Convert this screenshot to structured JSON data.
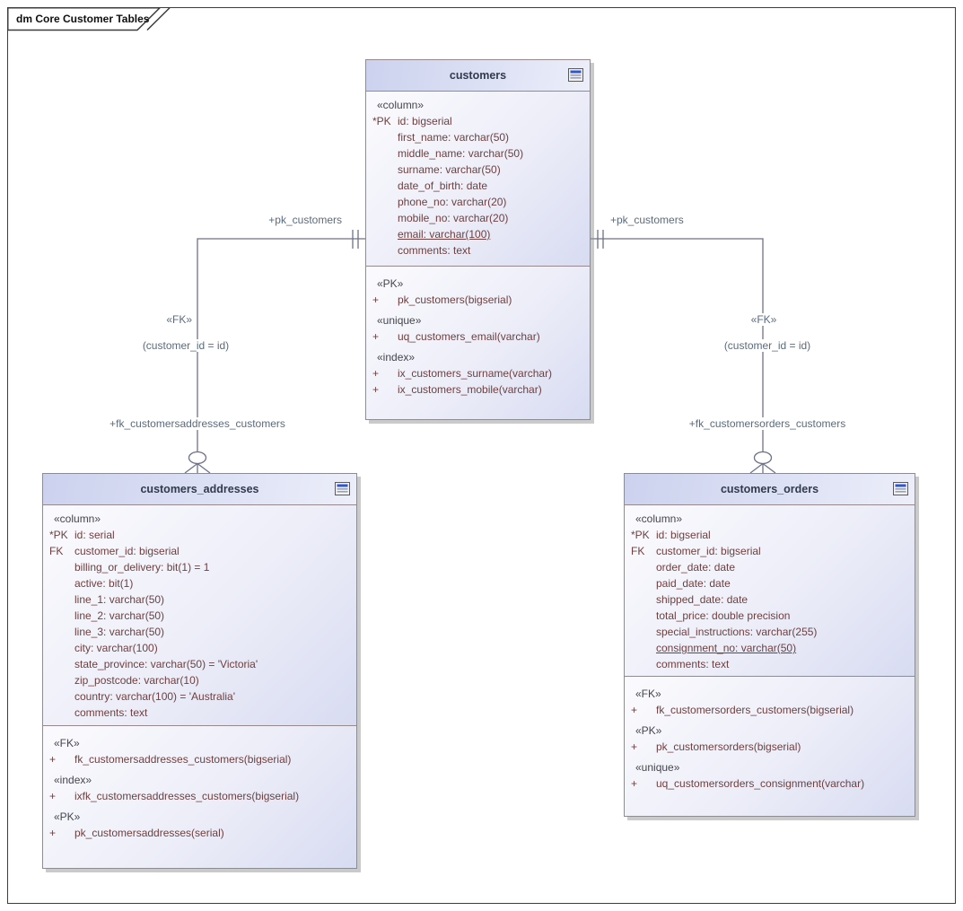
{
  "frame": {
    "title": "dm Core Customer Tables"
  },
  "ui": {
    "item_prefix": "+"
  },
  "colors": {
    "header_fill": "#ced4ef",
    "body_fill_light": "#fbfbfe",
    "body_fill_dark": "#d8dcf2",
    "table_border": "#96898d",
    "column_text": "#6e4040",
    "stereotype_text": "#45454f",
    "title_text": "#323a4d",
    "connector_line": "#6d7289",
    "connector_text": "#5b6b7e",
    "icon_blue": "#2f55d4"
  },
  "tables": [
    {
      "title": "customers",
      "column_stereotype": "«column»",
      "columns": [
        {
          "prefix": "*PK",
          "text": "id: bigserial"
        },
        {
          "prefix": "",
          "text": "first_name: varchar(50)"
        },
        {
          "prefix": "",
          "text": "middle_name: varchar(50)"
        },
        {
          "prefix": "",
          "text": "surname: varchar(50)"
        },
        {
          "prefix": "",
          "text": "date_of_birth: date"
        },
        {
          "prefix": "",
          "text": "phone_no: varchar(20)"
        },
        {
          "prefix": "",
          "text": "mobile_no: varchar(20)"
        },
        {
          "prefix": "",
          "text": "email: varchar(100)",
          "underline": true
        },
        {
          "prefix": "",
          "text": "comments: text"
        }
      ],
      "sections": [
        {
          "stereotype": "«PK»",
          "items": [
            "pk_customers(bigserial)"
          ]
        },
        {
          "stereotype": "«unique»",
          "items": [
            "uq_customers_email(varchar)"
          ]
        },
        {
          "stereotype": "«index»",
          "items": [
            "ix_customers_surname(varchar)",
            "ix_customers_mobile(varchar)"
          ]
        }
      ]
    },
    {
      "title": "customers_addresses",
      "column_stereotype": "«column»",
      "columns": [
        {
          "prefix": "*PK",
          "text": "id: serial"
        },
        {
          "prefix": "FK",
          "text": "customer_id: bigserial"
        },
        {
          "prefix": "",
          "text": "billing_or_delivery: bit(1) = 1"
        },
        {
          "prefix": "",
          "text": "active: bit(1)"
        },
        {
          "prefix": "",
          "text": "line_1: varchar(50)"
        },
        {
          "prefix": "",
          "text": "line_2: varchar(50)"
        },
        {
          "prefix": "",
          "text": "line_3: varchar(50)"
        },
        {
          "prefix": "",
          "text": "city: varchar(100)"
        },
        {
          "prefix": "",
          "text": "state_province: varchar(50) = 'Victoria'"
        },
        {
          "prefix": "",
          "text": "zip_postcode: varchar(10)"
        },
        {
          "prefix": "",
          "text": "country: varchar(100) = 'Australia'"
        },
        {
          "prefix": "",
          "text": "comments: text"
        }
      ],
      "sections": [
        {
          "stereotype": "«FK»",
          "items": [
            "fk_customersaddresses_customers(bigserial)"
          ]
        },
        {
          "stereotype": "«index»",
          "items": [
            "ixfk_customersaddresses_customers(bigserial)"
          ]
        },
        {
          "stereotype": "«PK»",
          "items": [
            "pk_customersaddresses(serial)"
          ]
        }
      ]
    },
    {
      "title": "customers_orders",
      "column_stereotype": "«column»",
      "columns": [
        {
          "prefix": "*PK",
          "text": "id: bigserial"
        },
        {
          "prefix": "FK",
          "text": "customer_id: bigserial"
        },
        {
          "prefix": "",
          "text": "order_date: date"
        },
        {
          "prefix": "",
          "text": "paid_date: date"
        },
        {
          "prefix": "",
          "text": "shipped_date: date"
        },
        {
          "prefix": "",
          "text": "total_price: double precision"
        },
        {
          "prefix": "",
          "text": "special_instructions: varchar(255)"
        },
        {
          "prefix": "",
          "text": "consignment_no: varchar(50)",
          "underline": true
        },
        {
          "prefix": "",
          "text": "comments: text"
        }
      ],
      "sections": [
        {
          "stereotype": "«FK»",
          "items": [
            "fk_customersorders_customers(bigserial)"
          ]
        },
        {
          "stereotype": "«PK»",
          "items": [
            "pk_customersorders(bigserial)"
          ]
        },
        {
          "stereotype": "«unique»",
          "items": [
            "uq_customersorders_consignment(varchar)"
          ]
        }
      ]
    }
  ],
  "connectors": {
    "left": {
      "source_role": "+pk_customers",
      "stereotype": "«FK»",
      "condition": "(customer_id = id)",
      "target_role": "+fk_customersaddresses_customers"
    },
    "right": {
      "source_role": "+pk_customers",
      "stereotype": "«FK»",
      "condition": "(customer_id = id)",
      "target_role": "+fk_customersorders_customers"
    }
  }
}
